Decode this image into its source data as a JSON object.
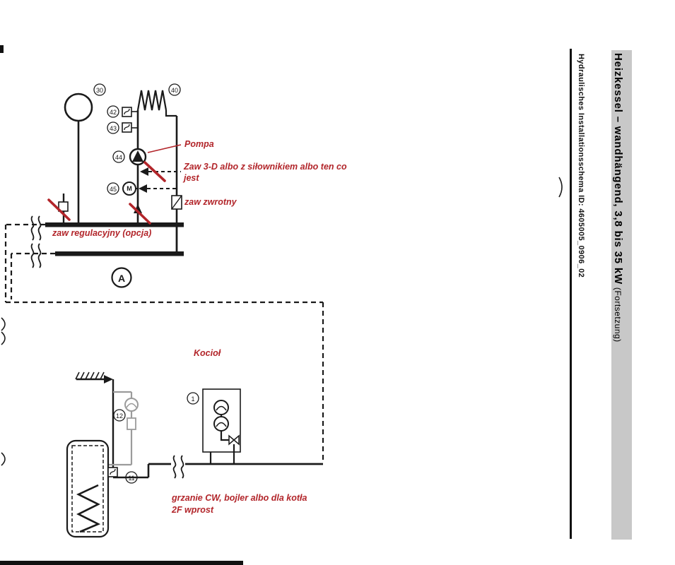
{
  "sidebar": {
    "title": "Heizkessel – wandhängend, 3,8 bis 35 kW",
    "subtitle": " (Fortsetzung)",
    "schema_id": "Hydraulisches Installationsschema ID: 4605005_0906_02"
  },
  "annotations": {
    "pompa": "Pompa",
    "zaw_3d_line1": "Zaw 3-D albo z siłownikiem albo ten co",
    "zaw_3d_line2": "jest",
    "zaw_zwrotny": "zaw zwrotny",
    "zaw_regulacyjny": "zaw regulacyjny (opcja)",
    "kociol": "Kocioł",
    "grzanie_line1": "grzanie CW, bojler albo dla kotła",
    "grzanie_line2": "2F wprost"
  },
  "labels": {
    "n30": "30",
    "n40": "40",
    "n42": "42",
    "n43": "43",
    "n44": "44",
    "n45": "45",
    "n12": "12",
    "n11": "11",
    "n1": "1",
    "section_a": "A",
    "motor_m": "M"
  },
  "colors": {
    "annotation_red": "#b2252a",
    "diagram_black": "#1a1a1a",
    "pipe_gray": "#9b9b9b",
    "strip_gray": "#c8c8c8"
  }
}
